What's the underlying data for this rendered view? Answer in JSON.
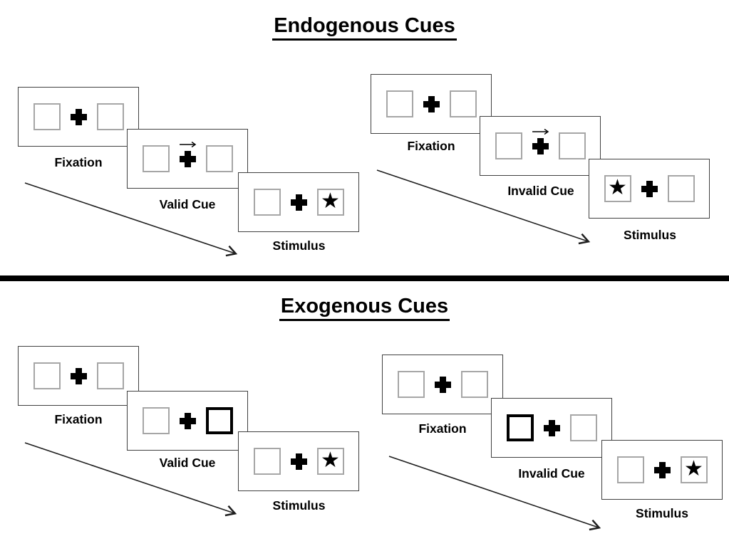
{
  "sections": [
    {
      "title": "Endogenous Cues",
      "cue_style": "central arrow above fixation cross",
      "trials": [
        {
          "name": "valid",
          "cue_type": "arrow",
          "cue_direction": "right",
          "stimulus_side": "right",
          "panels": [
            {
              "label": "Fixation"
            },
            {
              "label": "Valid Cue"
            },
            {
              "label": "Stimulus"
            }
          ]
        },
        {
          "name": "invalid",
          "cue_type": "arrow",
          "cue_direction": "right",
          "stimulus_side": "left",
          "panels": [
            {
              "label": "Fixation"
            },
            {
              "label": "Invalid Cue"
            },
            {
              "label": "Stimulus"
            }
          ]
        }
      ]
    },
    {
      "title": "Exogenous Cues",
      "cue_style": "peripheral box highlight",
      "trials": [
        {
          "name": "valid",
          "cue_type": "box-highlight",
          "cue_side": "right",
          "stimulus_side": "right",
          "panels": [
            {
              "label": "Fixation"
            },
            {
              "label": "Valid Cue"
            },
            {
              "label": "Stimulus"
            }
          ]
        },
        {
          "name": "invalid",
          "cue_type": "box-highlight",
          "cue_side": "left",
          "stimulus_side": "right",
          "panels": [
            {
              "label": "Fixation"
            },
            {
              "label": "Invalid Cue"
            },
            {
              "label": "Stimulus"
            }
          ]
        }
      ]
    }
  ],
  "glyphs": {
    "star": "★",
    "fixation_cross": "+",
    "cue_arrow": "→",
    "timeline_arrow": "↘"
  },
  "colors": {
    "background": "#ffffff",
    "panel_border": "#404040",
    "square_border": "#a6a6a6",
    "highlight_border": "#000000",
    "ink": "#000000"
  }
}
